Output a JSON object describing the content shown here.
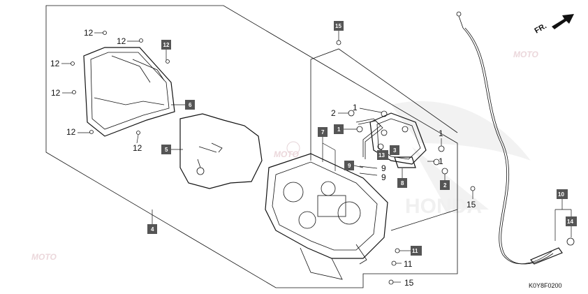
{
  "diagram": {
    "direction_label": "FR.",
    "figure_code": "K0Y8F0200",
    "watermark_text": "MOTO",
    "brand_watermark": "HONDA",
    "callouts": {
      "c12a": "12",
      "c12b": "12",
      "c12c": "12",
      "c12d": "12",
      "c12e": "12",
      "c2a": "2",
      "c1a": "1",
      "c1b": "1",
      "c1c": "1",
      "c9a": "9",
      "c9b": "9",
      "c15a": "15",
      "c15b": "15",
      "c11": "11"
    },
    "boxes": {
      "b15": "15",
      "b12": "12",
      "b6": "6",
      "b5": "5",
      "b4": "4",
      "b7": "7",
      "b1": "1",
      "b3": "3",
      "b13": "13",
      "b9": "9",
      "b8": "8",
      "b2": "2",
      "b11": "11",
      "b10": "10",
      "b14": "14"
    }
  }
}
